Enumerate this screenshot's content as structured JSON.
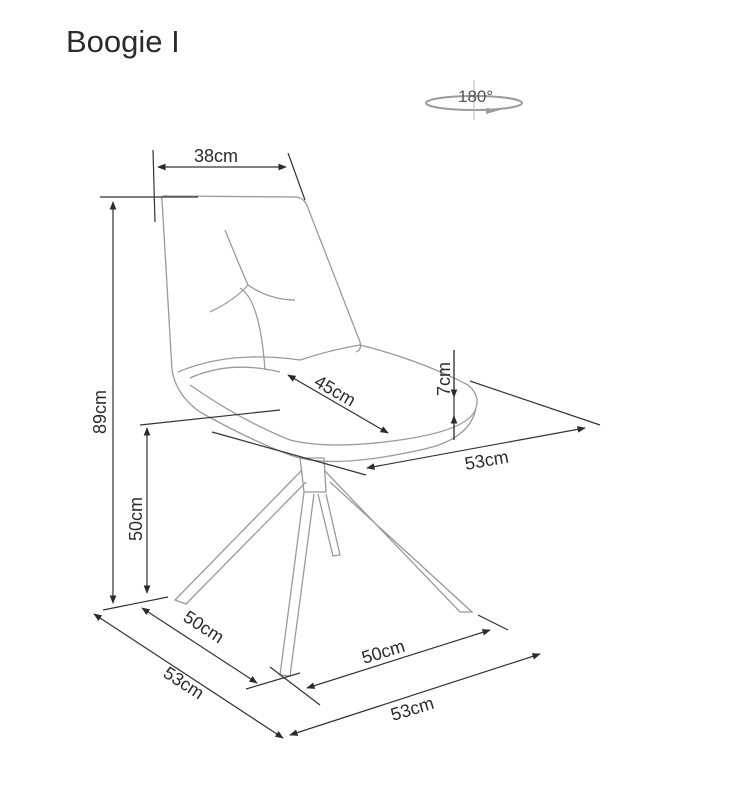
{
  "title": "Boogie I",
  "rotation": {
    "label": "180°",
    "icon": "rotate-icon"
  },
  "dimensions": {
    "backrest_width": "38cm",
    "total_height": "89cm",
    "seat_height": "50cm",
    "seat_depth": "45cm",
    "seat_thickness": "7cm",
    "seat_width": "53cm",
    "base_depth": "50cm",
    "base_width": "50cm",
    "overall_depth": "53cm",
    "overall_width": "53cm"
  },
  "colors": {
    "line": "#333333",
    "sketch": "#9a9a9a",
    "background": "#ffffff"
  }
}
